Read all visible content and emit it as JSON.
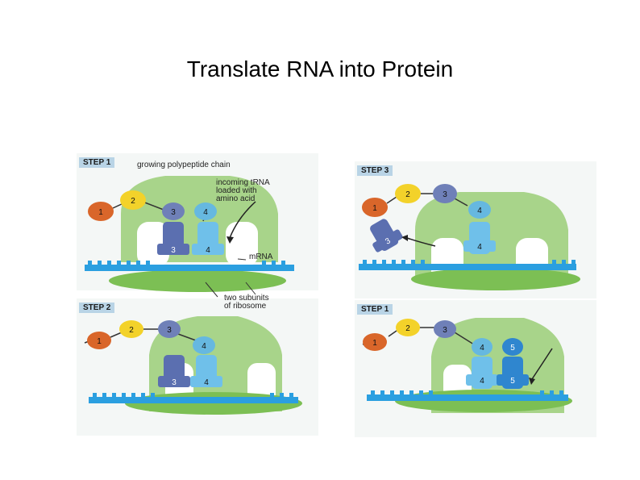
{
  "slide": {
    "title": "Translate RNA into Protein"
  },
  "panels": [
    {
      "step_label": "STEP 1",
      "chain": [
        "1",
        "2"
      ],
      "trnas": [
        "3",
        "4"
      ]
    },
    {
      "step_label": "STEP 3",
      "chain": [
        "1",
        "2",
        "3"
      ],
      "released_trna": "3",
      "trnas": [
        "4"
      ]
    },
    {
      "step_label": "STEP 2",
      "chain": [
        "1",
        "2",
        "3"
      ],
      "trnas": [
        "3",
        "4"
      ]
    },
    {
      "step_label": "STEP 1",
      "chain": [
        "1",
        "2",
        "3"
      ],
      "trnas": [
        "4",
        "5"
      ]
    }
  ],
  "labels": {
    "growing_chain": "growing polypeptide chain",
    "incoming_trna": [
      "incoming tRNA",
      "loaded with",
      "amino acid"
    ],
    "mrna": "mRNA",
    "ribosome": [
      "two subunits",
      "of ribosome"
    ]
  },
  "colors": {
    "ribosome": "#a8d48a",
    "ribosome_dark": "#7cbf54",
    "mrna": "#2b9fe0",
    "aa1": "#d9662a",
    "aa2": "#f3d22a",
    "aa3": "#6f80b8",
    "aa4": "#66b8e0",
    "aa5": "#2f86cf",
    "trna_dark": "#5b6fb0",
    "trna_light": "#6fc0ea",
    "trna_blue": "#2f86cf"
  }
}
